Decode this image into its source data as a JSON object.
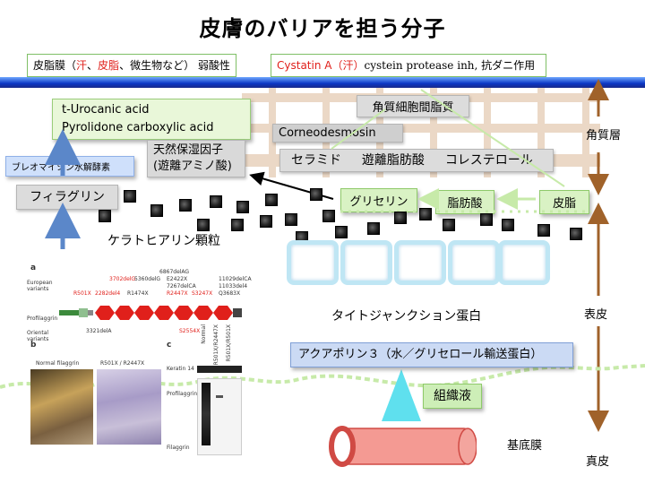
{
  "title": "皮膚のバリアを担う分子",
  "top_left_box": {
    "prefix": "皮脂膜（",
    "sweat": "汗",
    "comma1": "、",
    "sebum": "皮脂",
    "suffix": "、微生物など）  弱酸性"
  },
  "top_right_box": {
    "cystatin": "Cystatin  A（汗）",
    "rest": "cystein protease inh, 抗ダニ作用"
  },
  "nmf_list": [
    "t-Urocanic acid",
    "Pyrolidone carboxylic acid"
  ],
  "bleomycin_hydrolase": "ブレオマイシン水解酵素",
  "filaggrin": "フィラグリン",
  "nmf_box": [
    "天然保湿因子",
    "(遊離アミノ酸)"
  ],
  "keratohyalin": "ケラトヒアリン顆粒",
  "intercellular_lipid": "角質細胞間脂質",
  "corneodesmosin": "Corneodesmosin",
  "lipids": [
    "セラミド",
    "遊離脂肪酸",
    "コレステロール"
  ],
  "glycerol": "グリセリン",
  "fatty_acid": "脂肪酸",
  "sebum_box": "皮脂",
  "tight_junction": "タイトジャンクション蛋白",
  "aquaporin": "アクアポリン３（水／グリセロール輸送蛋白）",
  "tissue_fluid": "組織液",
  "basement_membrane": "基底膜",
  "layers": {
    "stratum_corneum": "角質層",
    "epidermis": "表皮",
    "dermis": "真皮"
  },
  "figure": {
    "panel_a": "a",
    "panel_b": "b",
    "panel_c": "c",
    "european": "European variants",
    "oriental": "Oriental variants",
    "profilaggrin": "Profilaggrin",
    "mutations_top": [
      "R501X",
      "2282del4",
      "3702delG",
      "R1474X",
      "5360delG",
      "6867delAG",
      "E2422X",
      "7267delCA",
      "R2447X",
      "S3247X",
      "11029delCA",
      "11033del4",
      "Q3683X"
    ],
    "mutations_bottom": [
      "3321delA",
      "S2554X"
    ],
    "normal_filaggrin": "Normal filaggrin",
    "r501x_label": "R501X / R2447X",
    "keratin": "Keratin 14",
    "blot_profilaggrin": "Profilaggrin",
    "blot_filaggrin": "Filaggrin",
    "lanes": [
      "Normal",
      "R501X/R2447X",
      "R501X/R501X"
    ]
  },
  "colors": {
    "red": "#e0201b",
    "arrow_blue": "#5b87c9",
    "arrow_brown": "#a0622a",
    "green_arrow": "#c7eaa9"
  }
}
